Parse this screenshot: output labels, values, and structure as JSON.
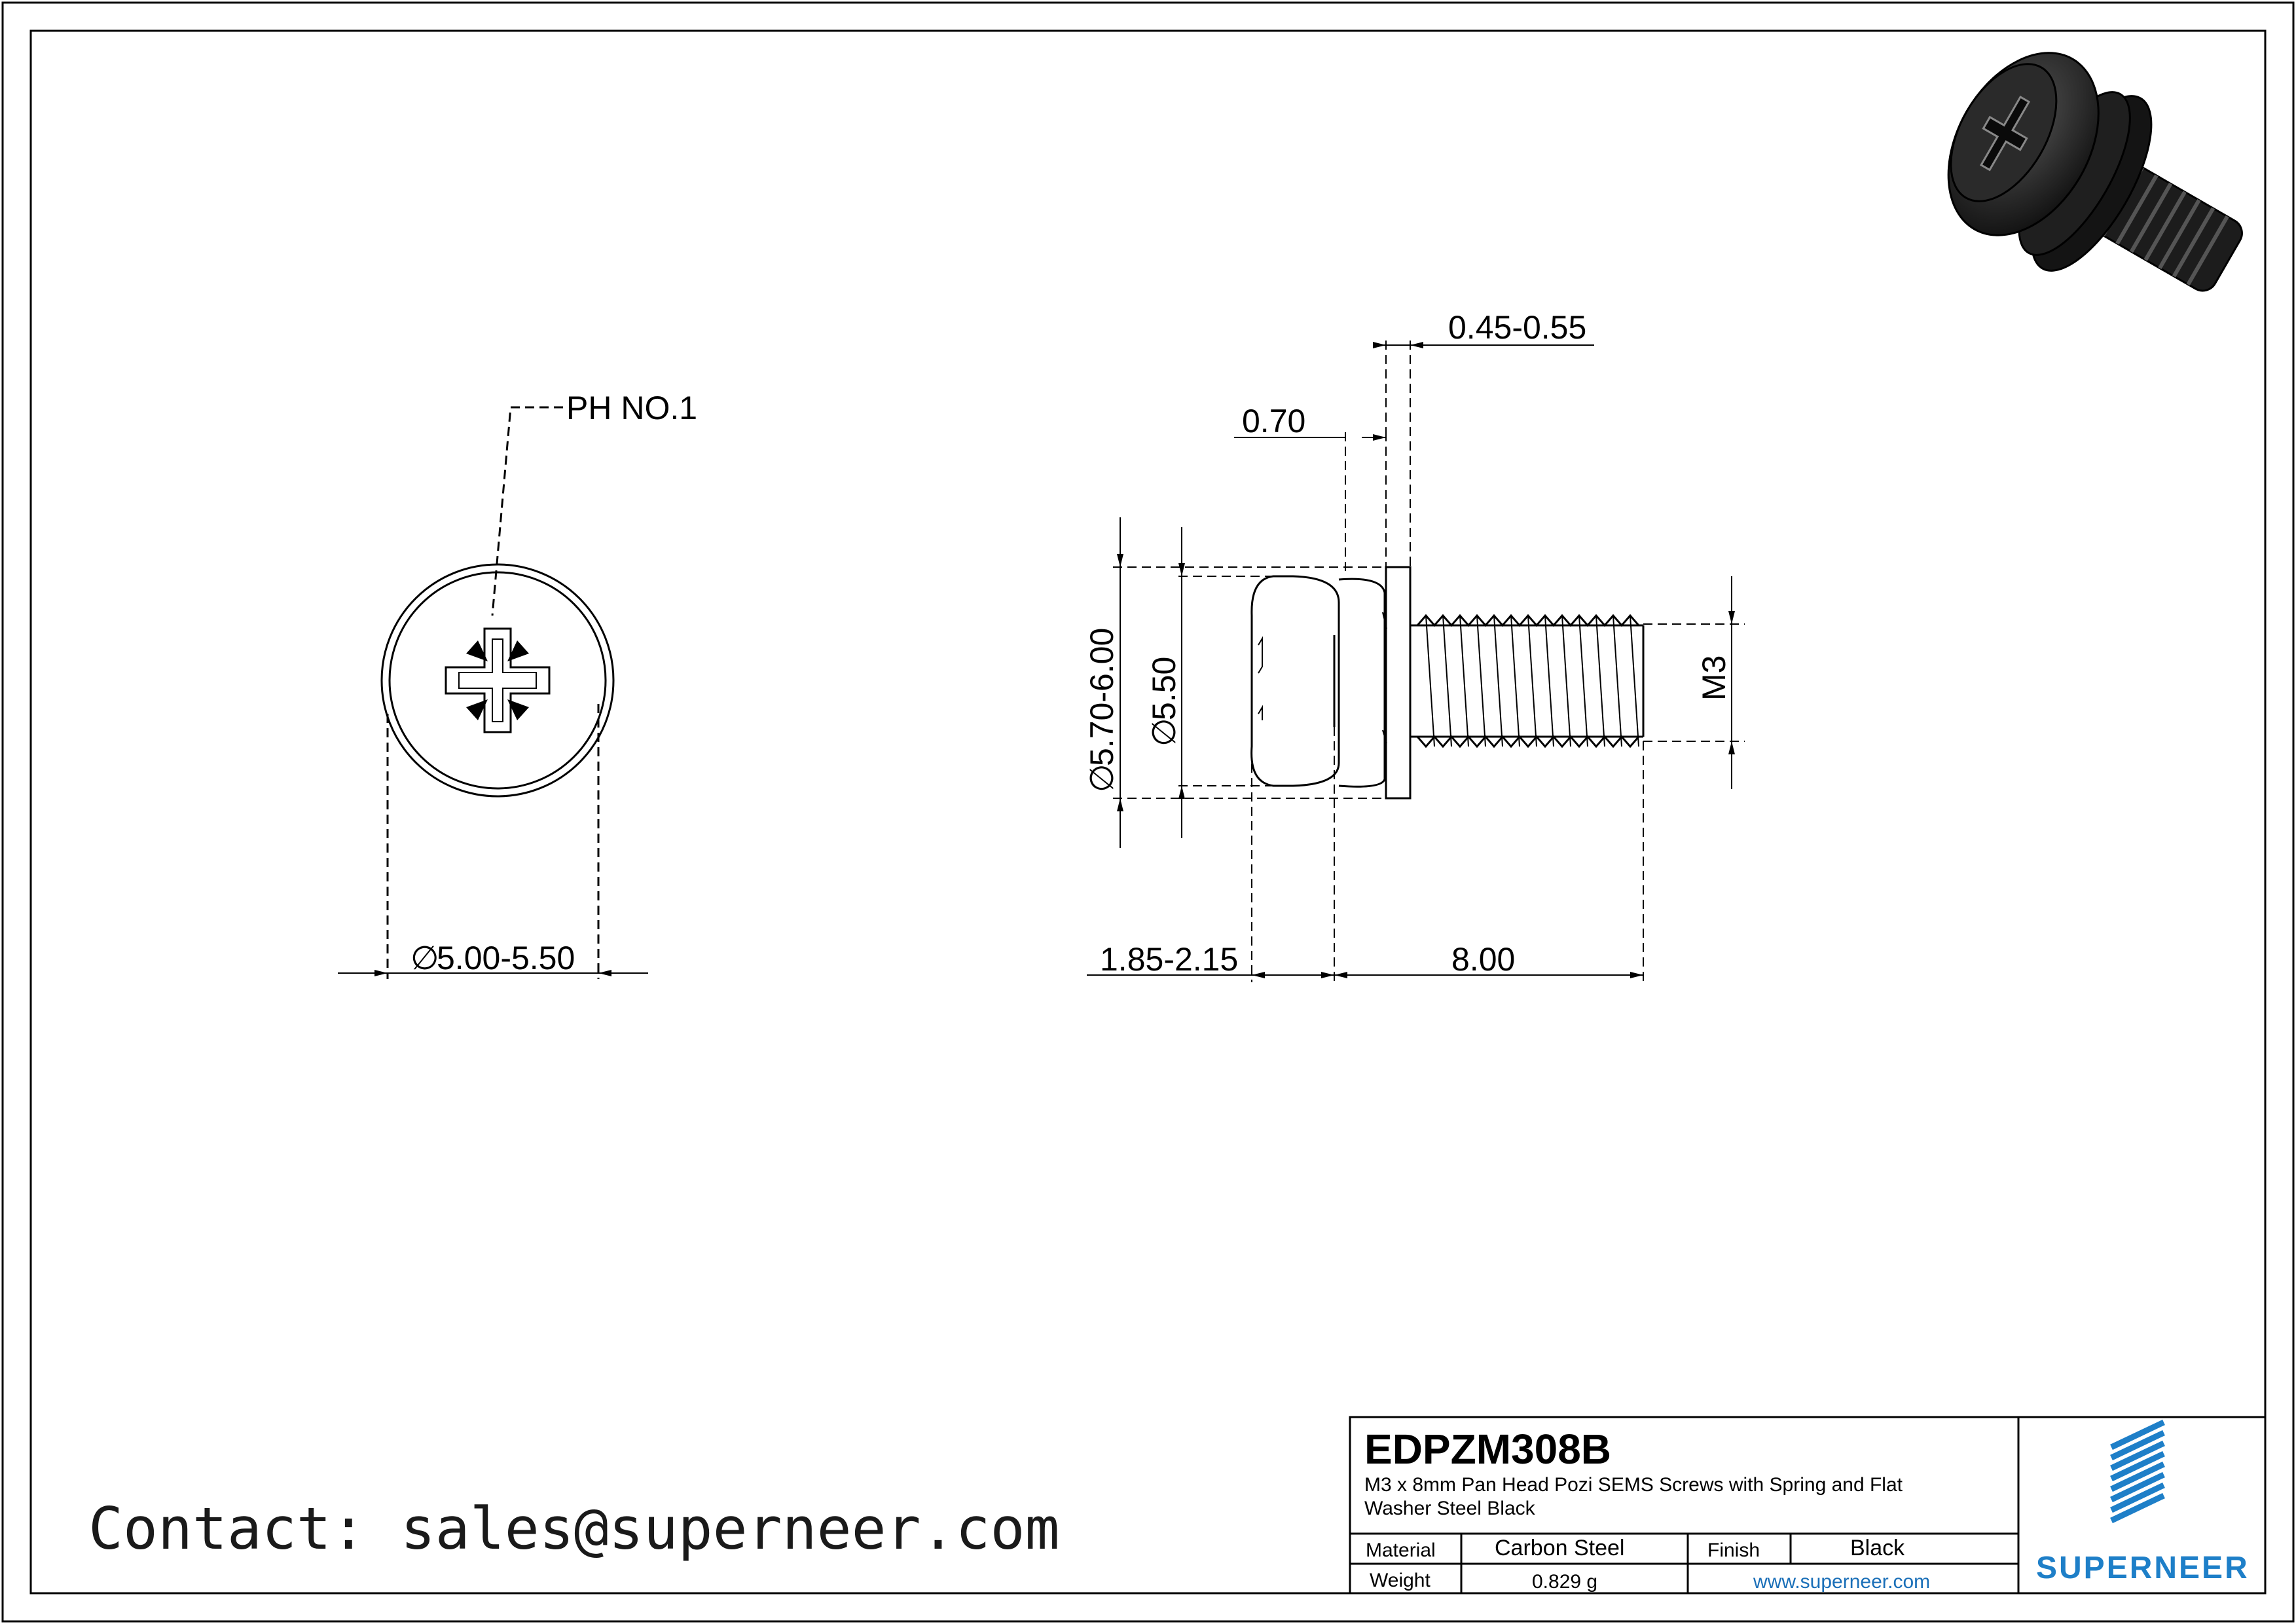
{
  "drawing": {
    "callout_drive": "PH NO.1",
    "dim_head_dia_front": "5.00-5.50",
    "dim_washer_thk": "0.45-0.55",
    "dim_spring_thk": "0.70",
    "dim_washer_od": "5.70-6.00",
    "dim_head_dia": "5.50",
    "dim_thread": "M3",
    "dim_head_height": "1.85-2.15",
    "dim_length": "8.00",
    "diameter_symbol": "∅"
  },
  "contact": "Contact: sales@superneer.com",
  "title_block": {
    "part_number": "EDPZM308B",
    "description_line1": "M3 x 8mm Pan Head Pozi SEMS Screws with Spring and Flat",
    "description_line2": "Washer Steel Black",
    "material_label": "Material",
    "material_value": "Carbon Steel",
    "finish_label": "Finish",
    "finish_value": "Black",
    "weight_label": "Weight",
    "weight_value": "0.829 g",
    "website": "www.superneer.com",
    "brand": "SUPERNEER"
  },
  "colors": {
    "brand_blue": "#1e7fc8",
    "link_blue": "#1a6fb8",
    "line": "#000000"
  }
}
